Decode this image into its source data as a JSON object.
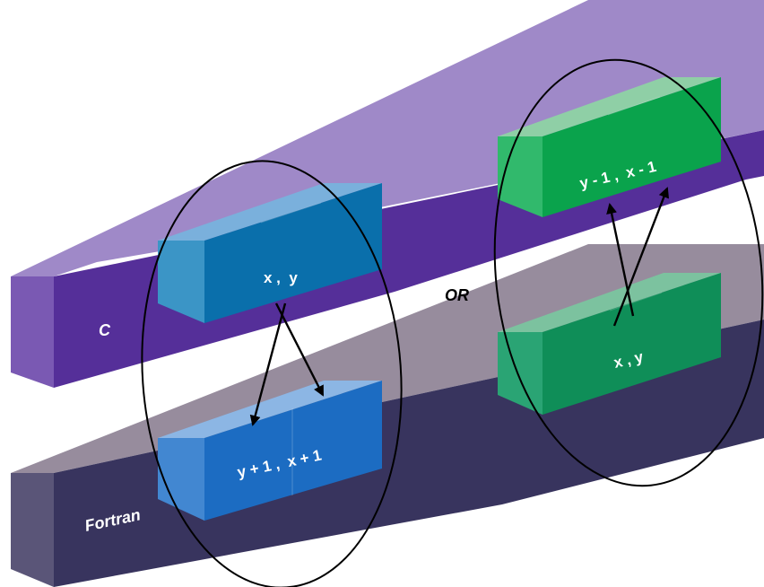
{
  "colors": {
    "c_bar_top": "#9f89c8",
    "c_bar_front": "#552f99",
    "c_bar_end": "#7a59b3",
    "fortran_bar_top": "#978c9d",
    "fortran_bar_front": "#38345e",
    "fortran_bar_end": "#5a5578",
    "blue_top": "#7ab0dc",
    "blue_front": "#0a6fab",
    "blue_left": "#3b95c6",
    "blue2_top": "#8cb6e4",
    "blue2_front": "#1c6cc2",
    "blue2_left": "#4287d1",
    "green_top": "#8fcfa6",
    "green_front": "#0aa34c",
    "green_left": "#31b96c",
    "green2_top": "#7cc29f",
    "green2_front": "#0f8e58",
    "green2_left": "#2aa474",
    "white_text": "#ffffff",
    "black": "#000000"
  },
  "labels": {
    "c_bar": "C",
    "fortran_bar": "Fortran",
    "or": "OR",
    "c_cell_left": "x ,  y",
    "fortran_cell_left": "y + 1 ,  x + 1",
    "c_cell_right": "y - 1 ,  x - 1",
    "fortran_cell_right": "x , y"
  }
}
